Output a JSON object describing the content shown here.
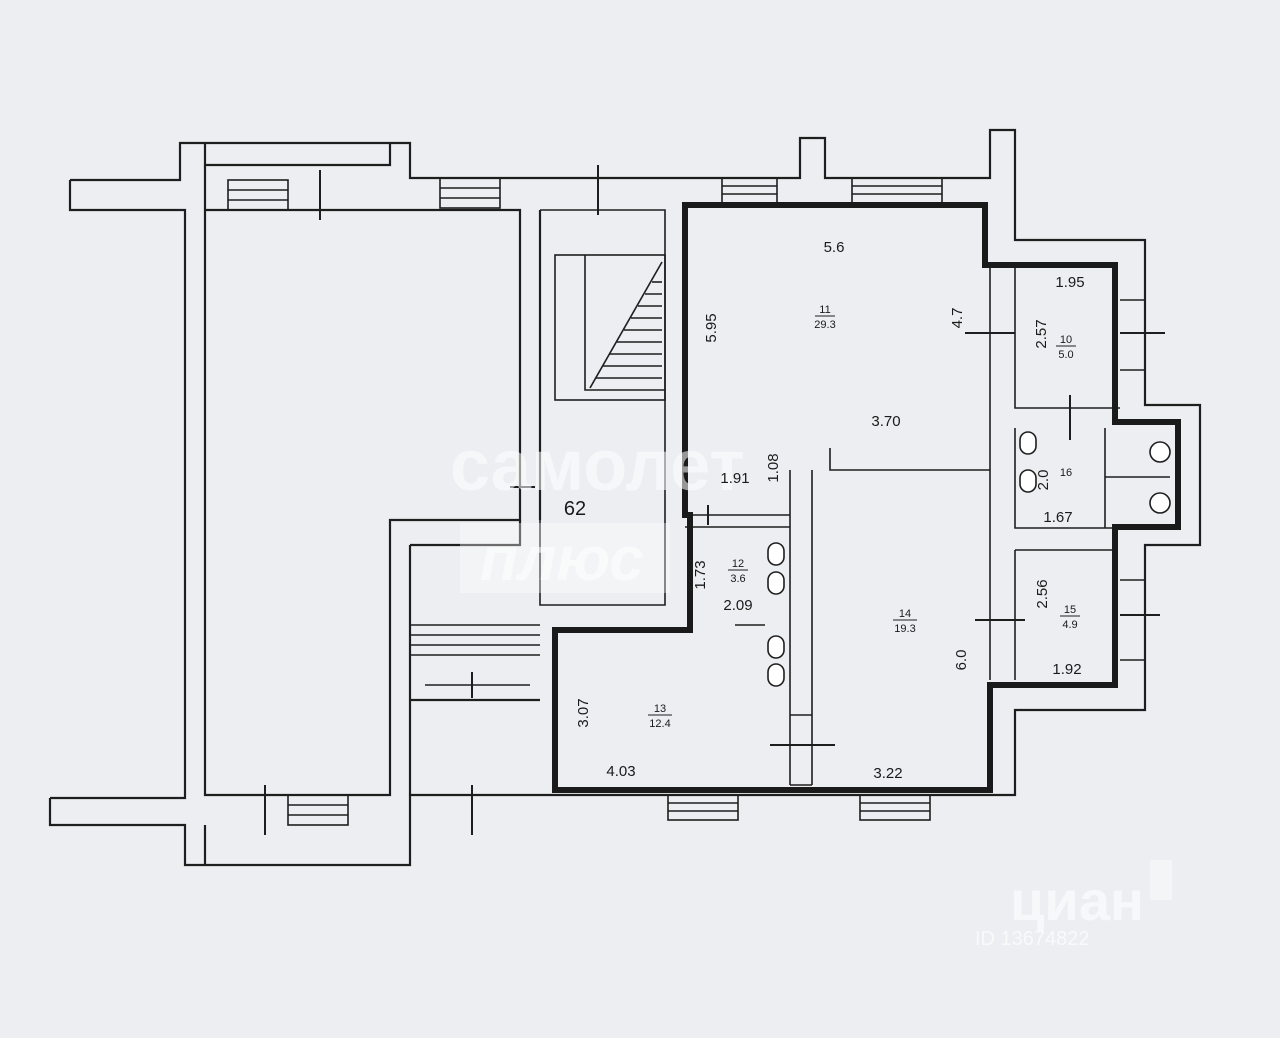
{
  "rooms": [
    {
      "id": "room-11",
      "number": "11",
      "area": "29.3"
    },
    {
      "id": "room-10",
      "number": "10",
      "area": "5.0"
    },
    {
      "id": "room-16",
      "number": "16",
      "area": ""
    },
    {
      "id": "room-12",
      "number": "12",
      "area": "3.6"
    },
    {
      "id": "room-14",
      "number": "14",
      "area": "19.3"
    },
    {
      "id": "room-15",
      "number": "15",
      "area": "4.9"
    },
    {
      "id": "room-13",
      "number": "13",
      "area": "12.4"
    }
  ],
  "dimensions": {
    "r11_top": "5.6",
    "r11_left": "5.95",
    "r11_right": "4.7",
    "r11_bottom": "3.70",
    "r10_top": "1.95",
    "r10_left": "2.57",
    "r16_left": "2.0",
    "r16_bottom": "1.67",
    "corridor_width": "1.91",
    "corridor_gap": "1.08",
    "r12_left": "1.73",
    "r12_bottom": "2.09",
    "r15_left": "2.56",
    "r15_bottom": "1.92",
    "r14_right": "6.0",
    "r14_bottom": "3.22",
    "r13_left": "3.07",
    "r13_bottom": "4.03"
  },
  "stair_label": "62",
  "watermarks": {
    "brand_line1": "самолет",
    "brand_line2": "плюс",
    "cian_logo": "циан",
    "cian_id": "ID 13674822"
  }
}
